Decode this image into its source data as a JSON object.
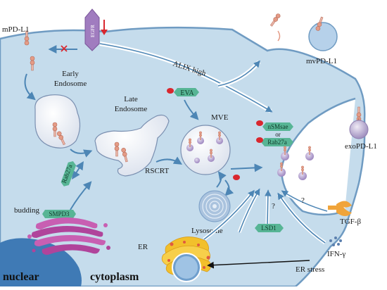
{
  "labels": {
    "mpdl1": "mPD-L1",
    "egfr": "EGFR",
    "alix_high": "ALIX high",
    "mvpdl1": "mvPD-L1",
    "early_endosome_1": "Early",
    "early_endosome_2": "Endosome",
    "late_endosome_1": "Late",
    "late_endosome_2": "Endosome",
    "eva": "EVA",
    "mve": "MVE",
    "nsmase": "nSMsae",
    "or": "or",
    "rab27a_mve": "Rab27a",
    "exopdl1": "exoPD-L1",
    "rab27a_side": "Rab27a",
    "rscrt": "RSCRT",
    "budding": "budding",
    "smpd3": "SMPD3",
    "lysosome": "Lysosome",
    "q1": "?",
    "q2": "?",
    "lsd1": "LSD1",
    "tgfb": "TGF-β",
    "ifng": "IFN-γ",
    "er": "ER",
    "er_stress": "ER stress",
    "nuclear": "nuclear",
    "cytoplasm": "cytoplasm"
  },
  "colors": {
    "cell_fill": "#c5dcec",
    "membrane": "#6f9bc2",
    "arrow": "#4d86b5",
    "tag_green": "#57b595",
    "nucleus": "#3f7ab5",
    "golgi": "#b0449b",
    "er_yellow": "#f2c02b",
    "vesicle": "#b6a3cf",
    "receptor_pink": "#e49b86",
    "egfr_purple": "#a07cbf",
    "red": "#d9272e",
    "tgf_orange": "#f0a43a"
  },
  "icons": [
    "pd-l1-receptor",
    "egfr-receptor",
    "down-arrow",
    "cross-mark",
    "golgi-apparatus",
    "lysosome-spiral",
    "endoplasmic-reticulum",
    "tgf-beta-receptor",
    "ifn-gamma-dots"
  ]
}
